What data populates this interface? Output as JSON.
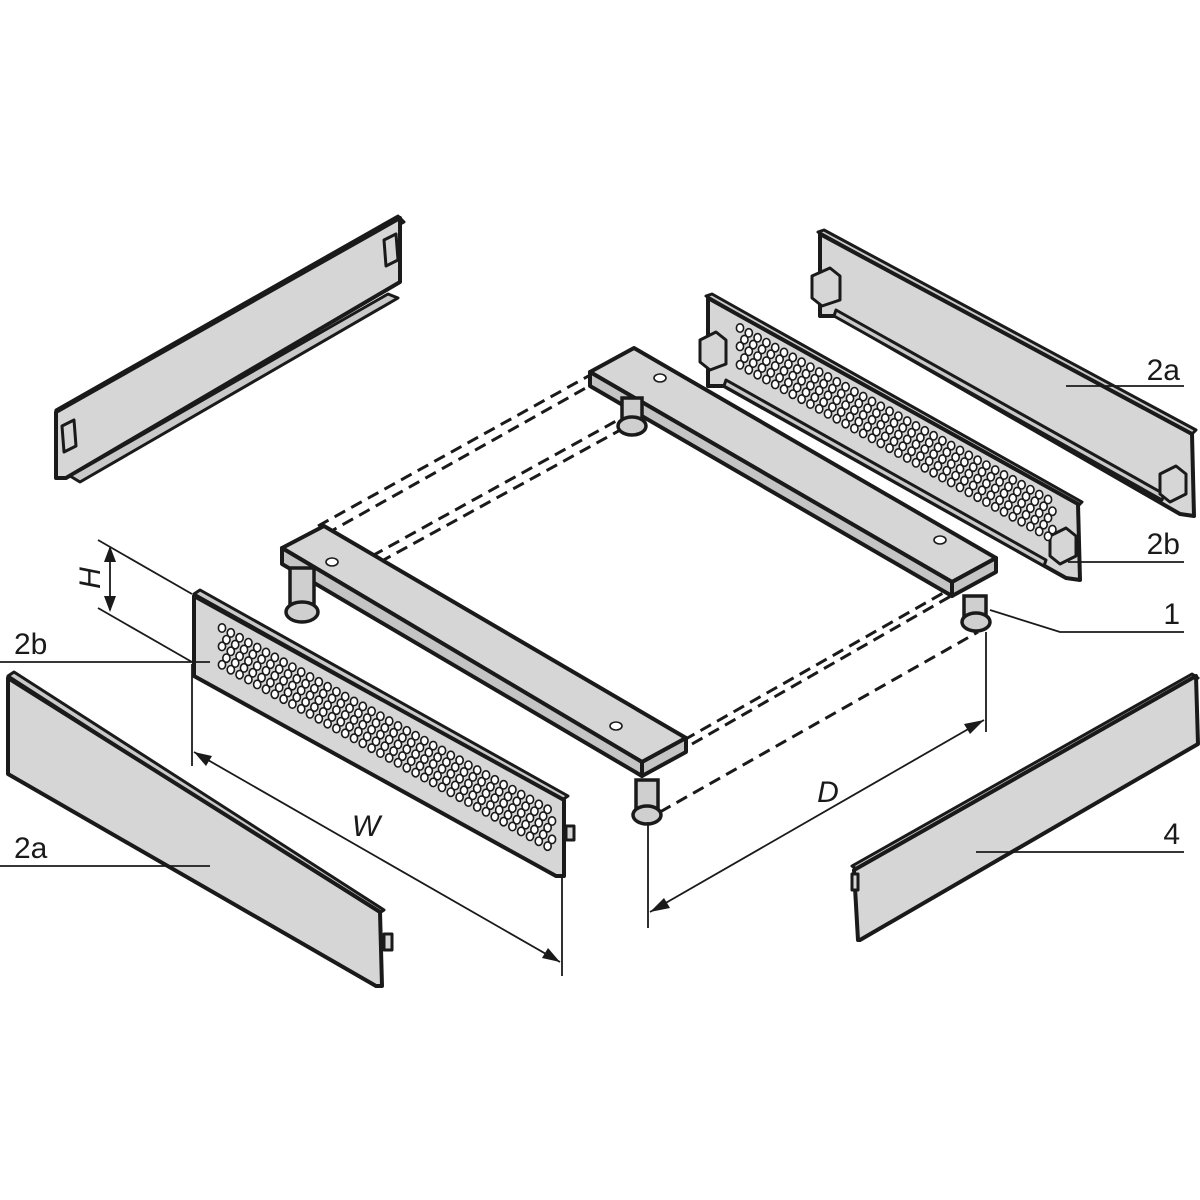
{
  "diagram": {
    "type": "isometric exploded assembly drawing",
    "colors": {
      "background": "#ffffff",
      "part_fill": "#d6d6d6",
      "line": "#1a1a1a"
    },
    "parts": [
      {
        "id": "part-1",
        "label": "1",
        "description": "base frame with two rails and four levelling feet"
      },
      {
        "id": "part-2a-rear",
        "label": "2a",
        "description": "solid panel, rear right"
      },
      {
        "id": "part-2b-rear",
        "label": "2b",
        "description": "perforated vent panel, rear right"
      },
      {
        "id": "part-2a-front",
        "label": "2a",
        "description": "solid panel, front left"
      },
      {
        "id": "part-2b-front",
        "label": "2b",
        "description": "perforated vent panel, front left"
      },
      {
        "id": "part-4",
        "label": "4",
        "description": "side cover panel, front right"
      },
      {
        "id": "part-unlabeled",
        "label": "",
        "description": "solid panel with clips, rear left (no callout)"
      }
    ],
    "callouts": {
      "c_2a_right": "2a",
      "c_2b_right": "2b",
      "c_1": "1",
      "c_2b_left": "2b",
      "c_2a_left": "2a",
      "c_4": "4"
    },
    "dimensions": {
      "height": "H",
      "width": "W",
      "depth": "D"
    }
  }
}
